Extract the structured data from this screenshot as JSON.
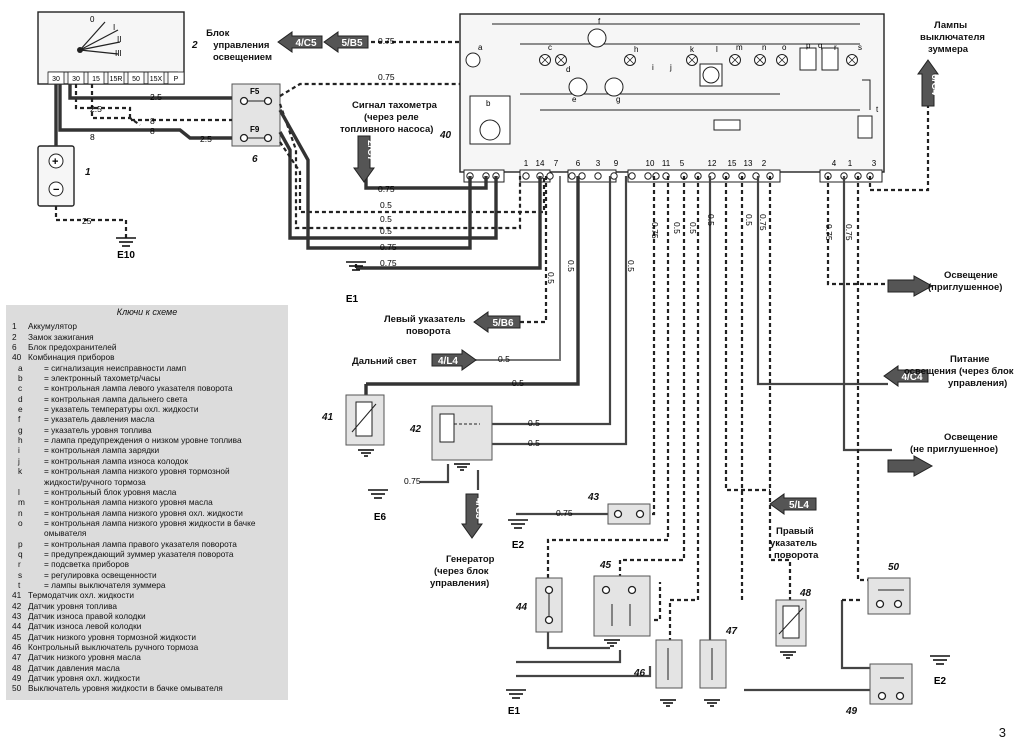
{
  "control_unit": {
    "label": "Блок\nуправления\nосвещением",
    "lines": [
      "Блок",
      "управления",
      "освещением"
    ]
  },
  "buzzer_lamps": {
    "lines": [
      "Лампы",
      "выключателя",
      "зуммера"
    ]
  },
  "tacho_signal": {
    "lines": [
      "Сигнал тахометра",
      "(через реле",
      "топливного насоса)"
    ]
  },
  "left_turn": {
    "lines": [
      "Левый указатель",
      "поворота"
    ]
  },
  "high_beam": {
    "label": "Дальний свет"
  },
  "illum_dimmed": {
    "lines": [
      "Освещение",
      "(приглушенное)"
    ]
  },
  "illum_power": {
    "lines": [
      "Питание",
      "освещения (через блок",
      "управления)"
    ]
  },
  "illum_undimmed": {
    "lines": [
      "Освещение",
      "(не приглушенное)"
    ]
  },
  "generator": {
    "lines": [
      "Генератор",
      "(через блок",
      "управления)"
    ]
  },
  "right_turn": {
    "lines": [
      "Правый",
      "указатель",
      "поворота"
    ]
  },
  "arrows": {
    "c5": "4/C5",
    "b5": "5/B5",
    "c7": "2/C7",
    "b6": "5/B6",
    "l4a": "4/L4",
    "c4a": "4/C4",
    "c3": "4/C3",
    "l4b": "5/L4",
    "c4b": "6/C4"
  },
  "fuses": {
    "f5": "F5",
    "f9": "F9"
  },
  "ignition_terms": [
    "30",
    "30",
    "15",
    "15R",
    "50",
    "15X",
    "P"
  ],
  "ignition_pos": [
    "0",
    "I",
    "II",
    "III"
  ],
  "cluster_terms": [
    "1",
    "14",
    "7",
    "6",
    "3",
    "9",
    "10",
    "11",
    "5",
    "12",
    "15",
    "13",
    "2",
    "4",
    "1",
    "3"
  ],
  "cluster_letters": [
    "a",
    "b",
    "c",
    "d",
    "e",
    "f",
    "g",
    "h",
    "i",
    "j",
    "k",
    "l",
    "m",
    "n",
    "o",
    "p",
    "q",
    "r",
    "s",
    "t"
  ],
  "wire_values": [
    "0.75",
    "0.75",
    "2.5",
    "2.5",
    "8",
    "8",
    "2.5",
    "8",
    "25",
    "0.75",
    "0.5",
    "0.5",
    "0.5",
    "0.75",
    "0.75",
    "0.5",
    "0.5",
    "0.5",
    "0.5",
    "0.5",
    "0.5",
    "0.5",
    "0.75",
    "0.75",
    "0.75",
    "0.5",
    "0.5",
    "0.5",
    "0.5",
    "0.75",
    "0.75",
    "0.75"
  ],
  "grounds": {
    "e10": "E10",
    "e1a": "E1",
    "e6": "E6",
    "e2a": "E2",
    "e1b": "E1",
    "e2b": "E2"
  },
  "component_numbers": {
    "n1": "1",
    "n2": "2",
    "n6": "6",
    "n40": "40",
    "n41": "41",
    "n42": "42",
    "n43": "43",
    "n44": "44",
    "n45": "45",
    "n46": "46",
    "n47": "47",
    "n48": "48",
    "n49": "49",
    "n50": "50"
  },
  "legend": {
    "title": "Ключи к схеме",
    "items": [
      {
        "k": "1",
        "v": "Аккумулятор",
        "bold": false
      },
      {
        "k": "2",
        "v": "Замок зажигания",
        "bold": false
      },
      {
        "k": "6",
        "v": "Блок предохранителей",
        "bold": false
      },
      {
        "k": "40",
        "v": "Комбинация приборов",
        "bold": false
      }
    ],
    "sub": [
      {
        "k": "a",
        "v": "= сигнализация неисправности ламп"
      },
      {
        "k": "b",
        "v": "= электронный  тахометр/часы"
      },
      {
        "k": "c",
        "v": "= контрольная лампа левого указателя поворота"
      },
      {
        "k": "d",
        "v": "= контрольная лампа дальнего света"
      },
      {
        "k": "e",
        "v": "= указатель температуры охл. жидкости"
      },
      {
        "k": "f",
        "v": "= указатель давления масла"
      },
      {
        "k": "g",
        "v": "= указатель уровня топлива"
      },
      {
        "k": "h",
        "v": "= лампа предупреждения о низком уровне топлива"
      },
      {
        "k": "i",
        "v": "= контрольная лампа зарядки"
      },
      {
        "k": "j",
        "v": "= контрольная лампа износа колодок"
      },
      {
        "k": "k",
        "v": "= контрольная лампа низкого уровня тормозной"
      },
      {
        "k": "",
        "v": "  жидкости/ручного тормоза"
      },
      {
        "k": "l",
        "v": "= контрольный блок уровня масла"
      },
      {
        "k": "m",
        "v": "= контрольная лампа низкого уровня масла"
      },
      {
        "k": "n",
        "v": "= контрольная лампа низкого уровня охл. жидкости"
      },
      {
        "k": "o",
        "v": "= контрольная лампа низкого уровня жидкости в бачке"
      },
      {
        "k": "",
        "v": "  омывателя"
      },
      {
        "k": "p",
        "v": "= контрольная лампа правого указателя поворота"
      },
      {
        "k": "q",
        "v": "= предупреждающий зуммер указателя поворота"
      },
      {
        "k": "r",
        "v": "= подсветка приборов"
      },
      {
        "k": "s",
        "v": "= регулировка освещенности"
      },
      {
        "k": "t",
        "v": "= лампы выключателя зуммера"
      }
    ],
    "items2": [
      {
        "k": "41",
        "v": "Термодатчик охл. жидкости"
      },
      {
        "k": "42",
        "v": "Датчик уровня топлива"
      },
      {
        "k": "43",
        "v": "Датчик износа правой колодки"
      },
      {
        "k": "44",
        "v": "Датчик износа левой колодки"
      },
      {
        "k": "45",
        "v": "Датчик низкого уровня тормозной жидкости"
      },
      {
        "k": "46",
        "v": "Контрольный выключатель ручного тормоза"
      },
      {
        "k": "47",
        "v": "Датчик низкого уровня масла"
      },
      {
        "k": "48",
        "v": "Датчик давления масла"
      },
      {
        "k": "49",
        "v": "Датчик уровня охл. жидкости"
      },
      {
        "k": "50",
        "v": "Выключатель уровня жидкости в бачке омывателя"
      }
    ]
  },
  "page_number": "3"
}
